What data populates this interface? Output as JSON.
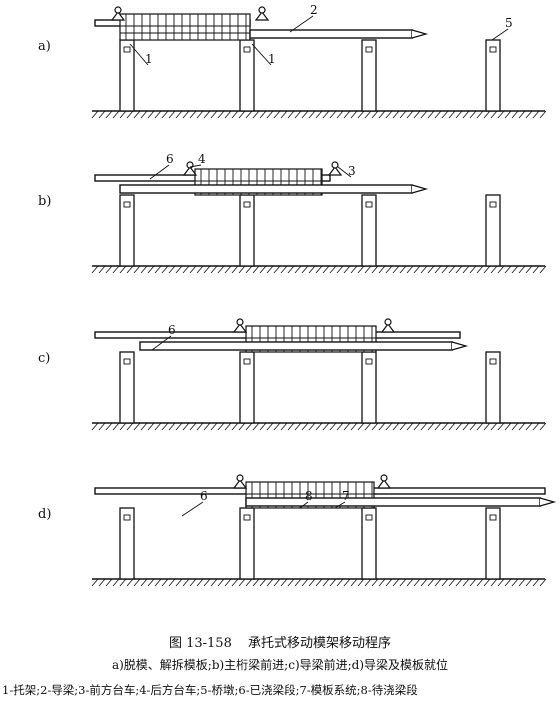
{
  "figure": {
    "number": "图 13-158",
    "title": "承托式移动模架移动程序",
    "subcaption": "a)脱模、解拆模板;b)主桁梁前进;c)导梁前进;d)导梁及模板就位",
    "legend": "1-托架;2-导梁;3-前方台车;4-后方台车;5-桥墩;6-已浇梁段;7-模板系统;8-待浇梁段"
  },
  "panels": [
    {
      "label": "a)",
      "callouts": [
        "1",
        "2",
        "1",
        "5"
      ]
    },
    {
      "label": "b)",
      "callouts": [
        "6",
        "4",
        "3"
      ]
    },
    {
      "label": "c)",
      "callouts": [
        "6"
      ]
    },
    {
      "label": "d)",
      "callouts": [
        "6",
        "8",
        "7"
      ]
    }
  ]
}
